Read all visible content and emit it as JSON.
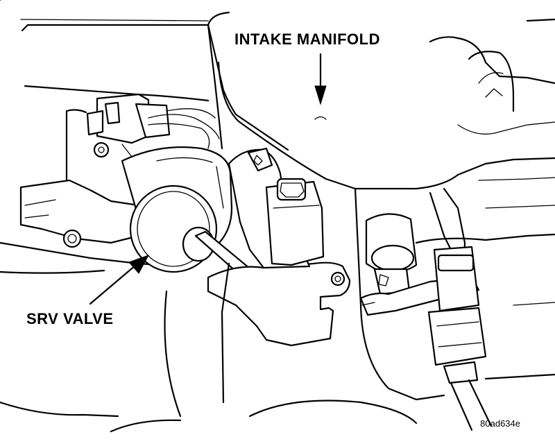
{
  "labels": {
    "intake_manifold": "INTAKE MANIFOLD",
    "srv_valve": "SRV VALVE",
    "figure_code": "80ad634e"
  }
}
